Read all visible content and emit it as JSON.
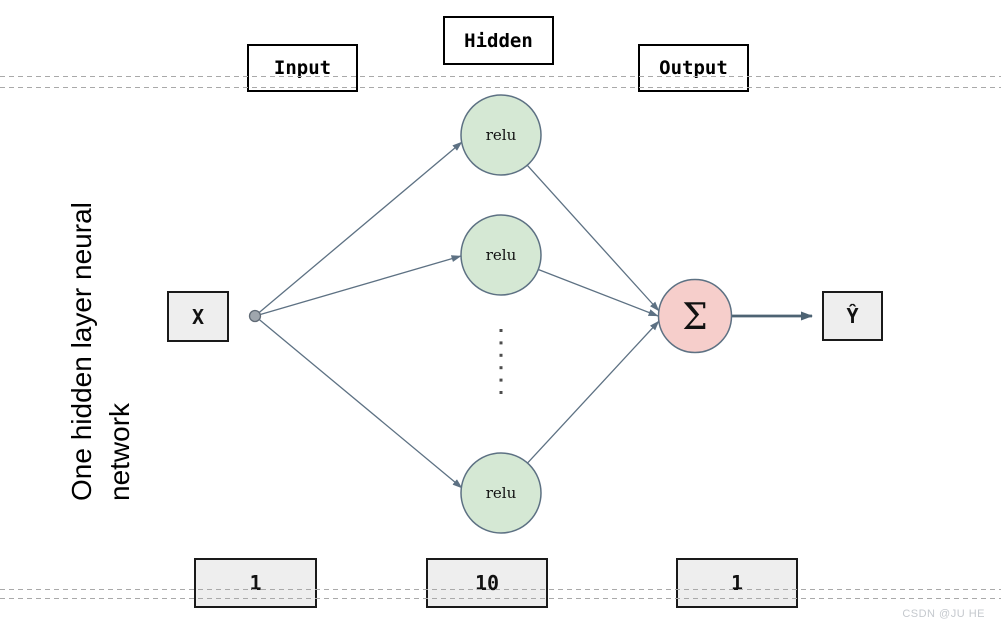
{
  "title": {
    "line1": "One hidden layer neural",
    "line2": "network"
  },
  "layer_labels": {
    "input": "Input",
    "hidden": "Hidden",
    "output": "Output"
  },
  "layer_sizes": {
    "input": "1",
    "hidden": "10",
    "output": "1"
  },
  "nodes": {
    "input_variable": "X",
    "hidden_activation": "relu",
    "sum_symbol": "Σ",
    "output_variable": "Ŷ"
  },
  "watermark": "CSDN @JU HE",
  "colors": {
    "hidden_node_fill": "#d5e8d4",
    "sum_node_fill": "#f6cecb",
    "node_stroke": "#5d7183",
    "edge_stroke": "#5d7183",
    "output_arrow_stroke": "#4d6373",
    "value_box_fill": "#eeeeee",
    "dashed_line": "#a9a9a9",
    "input_dot_fill": "#9fa6ad"
  }
}
